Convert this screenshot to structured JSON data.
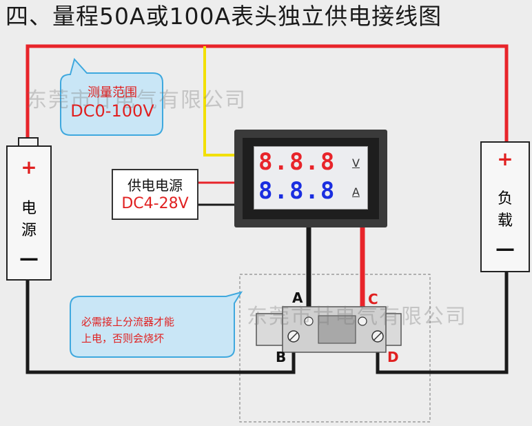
{
  "title": "四、量程50A或100A表头独立供电接线图",
  "watermark": "东莞市廿电气有限公司",
  "measure_bubble": {
    "line1": "测量范围",
    "line2": "DC0-100V"
  },
  "supply_box": {
    "line1": "供电电源",
    "line2": "DC4-28V"
  },
  "meter": {
    "voltage_display": "8.8.8",
    "current_display": "8.8.8",
    "voltage_unit": "V",
    "current_unit": "A"
  },
  "battery": {
    "plus": "+",
    "label_line1": "电",
    "label_line2": "源",
    "minus": "—"
  },
  "load": {
    "plus": "+",
    "label_line1": "负",
    "label_line2": "载",
    "minus": "—"
  },
  "shunt_note": {
    "line1": "必需接上分流器才能",
    "line2": "上电，否则会烧坏"
  },
  "terminals": {
    "a": "A",
    "b": "B",
    "c": "C",
    "d": "D"
  },
  "colors": {
    "red_wire": "#e8242a",
    "black_wire": "#1a1a1a",
    "yellow_wire": "#f2e000",
    "bubble_fill": "#c9e6f6",
    "bubble_stroke": "#3ea8de"
  }
}
